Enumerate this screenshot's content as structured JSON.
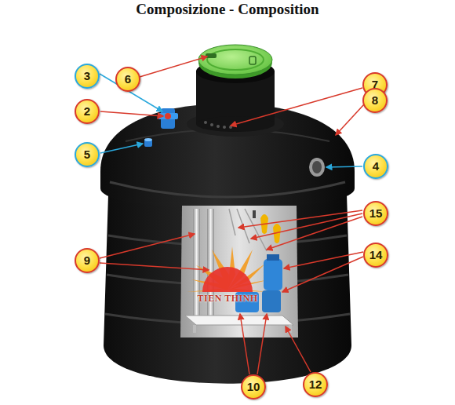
{
  "diagram": {
    "title": "Composizione - Composition",
    "nodes": [
      {
        "text": [
          "6"
        ]
      },
      {
        "text": [
          "7"
        ]
      },
      {
        "text": [
          "3"
        ]
      },
      {
        "text": [
          "8"
        ]
      },
      {
        "text": [
          "2"
        ]
      },
      {
        "text": [
          "5"
        ]
      },
      {
        "text": [
          "4"
        ]
      },
      {
        "text": [
          "15"
        ]
      },
      {
        "text": [
          "9"
        ]
      },
      {
        "text": [
          "14"
        ]
      },
      {
        "text": [
          "10"
        ]
      },
      {
        "text": [
          "12"
        ]
      }
    ],
    "labels": [
      "TIEN THINH"
    ]
  }
}
